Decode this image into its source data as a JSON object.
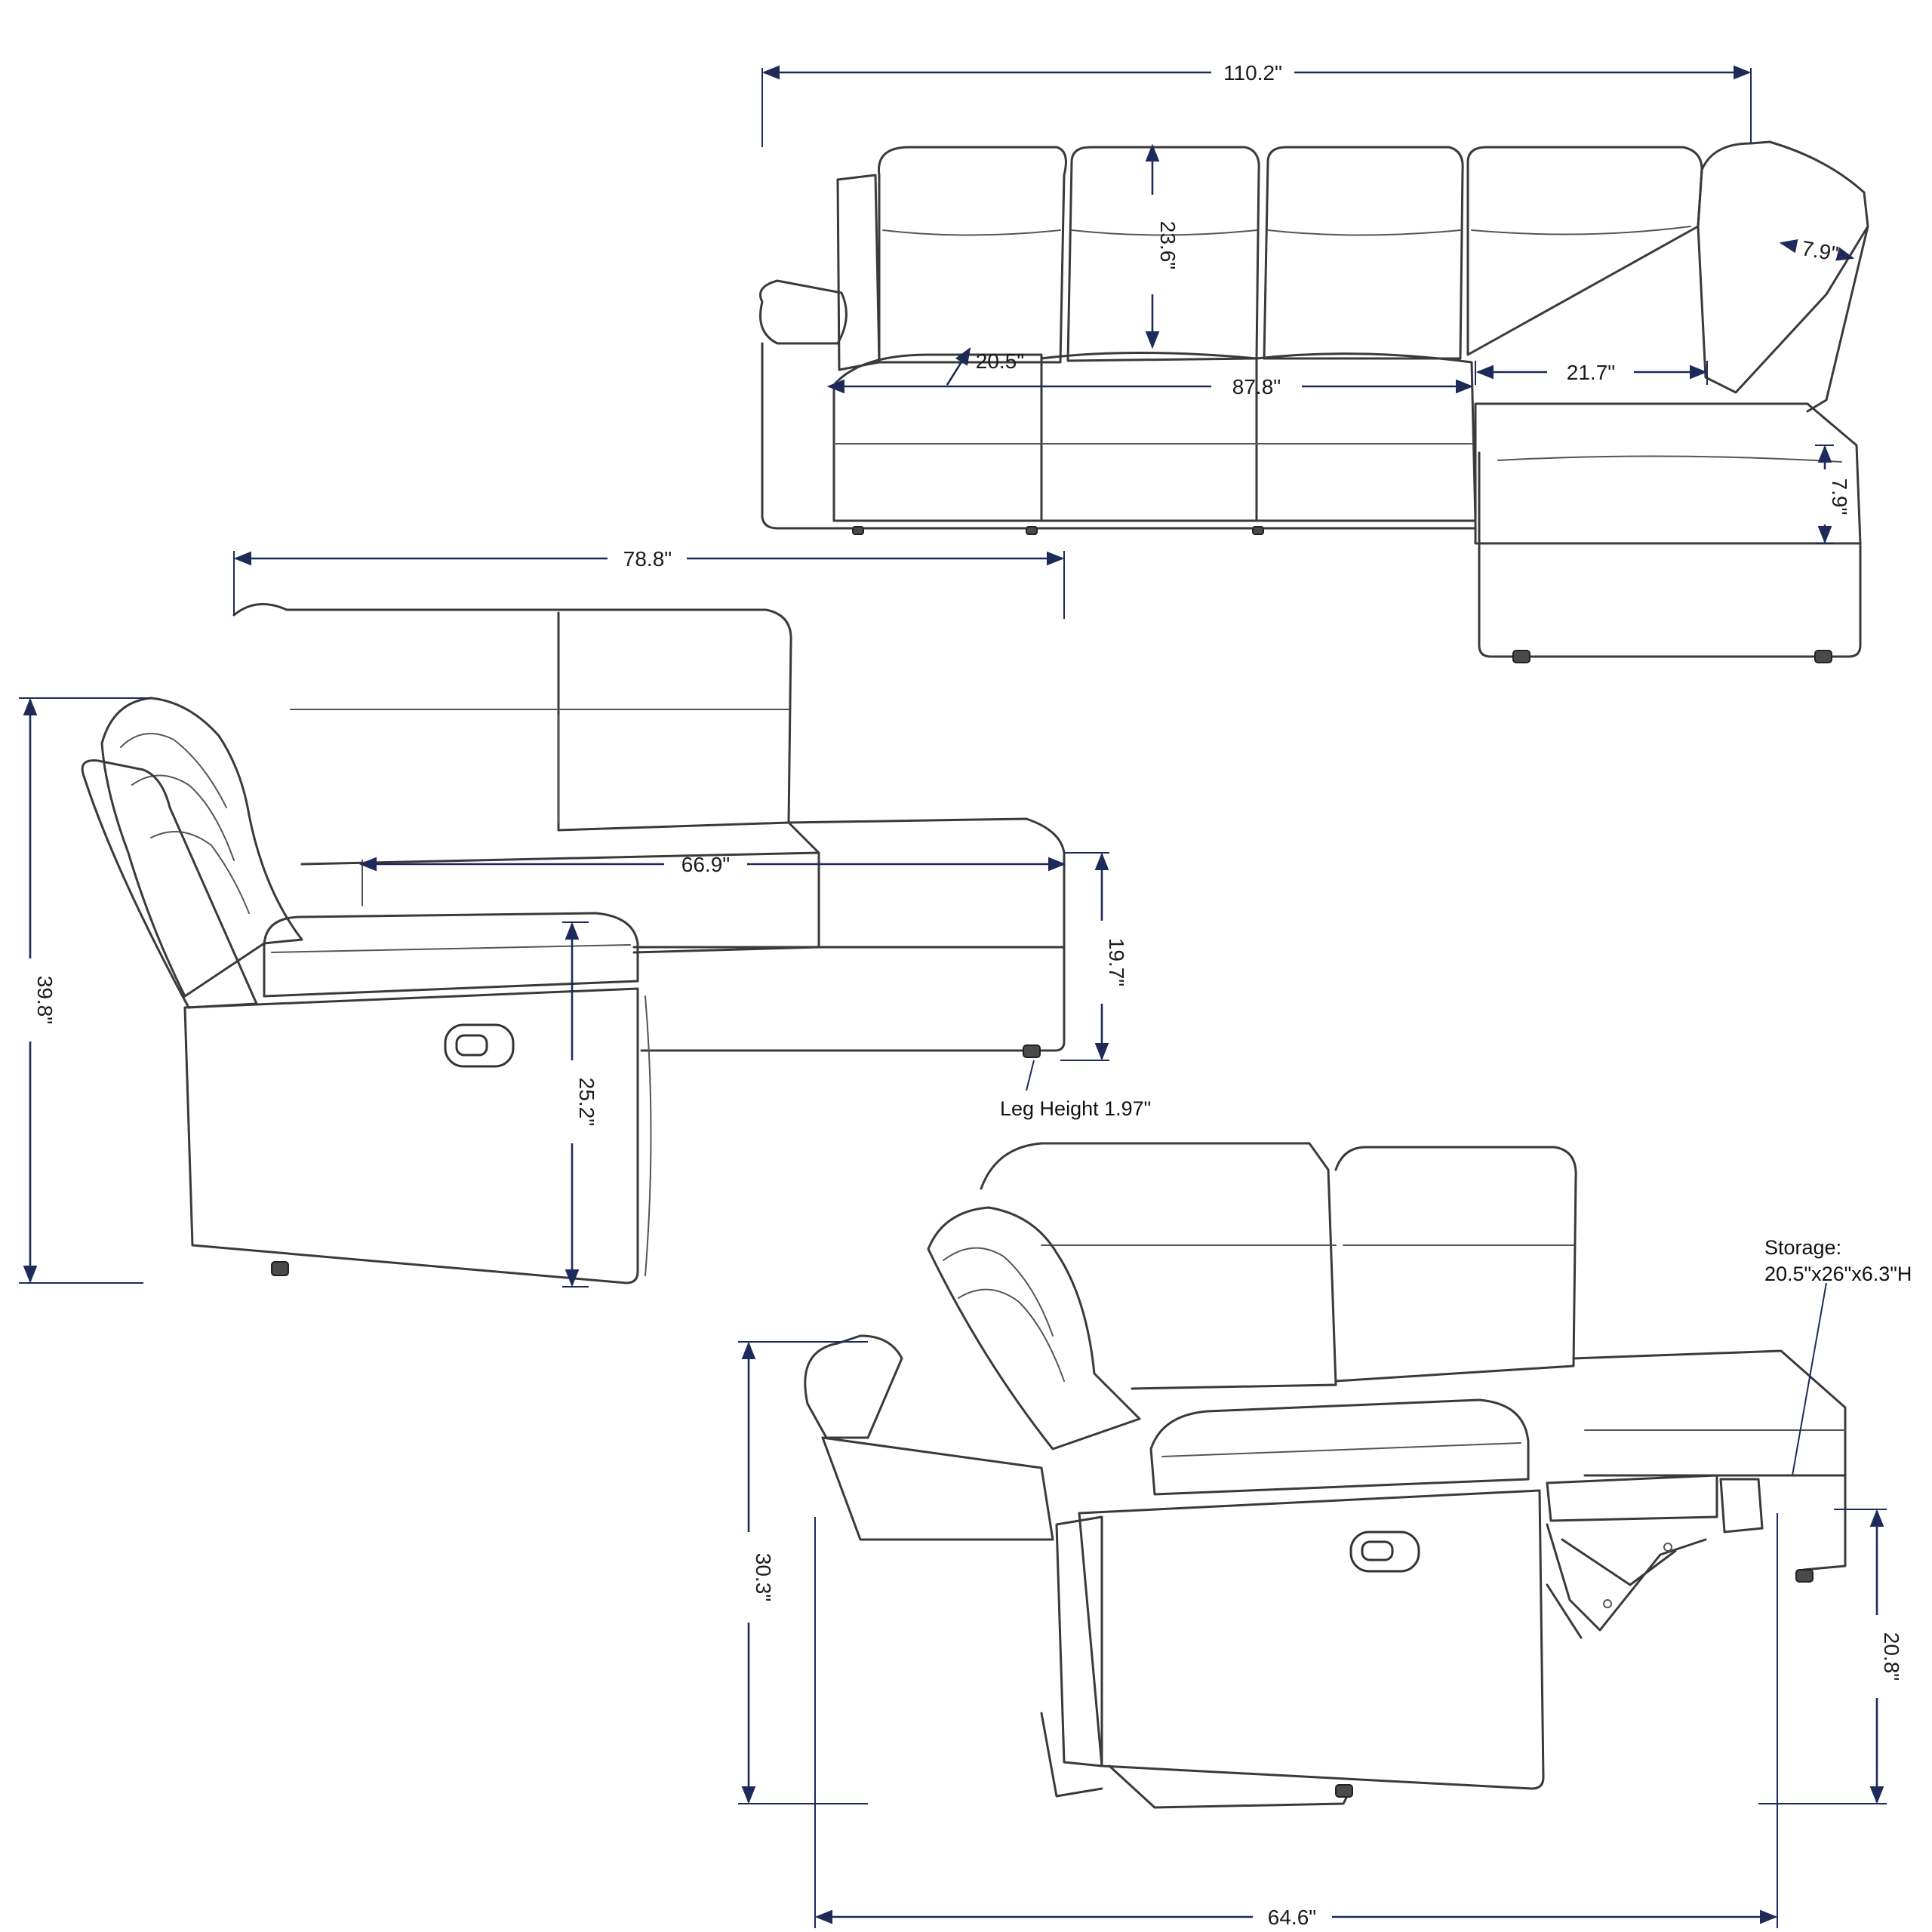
{
  "dimensions": {
    "top_total_width": "110.2\"",
    "top_back_height": "23.6\"",
    "top_corner_depth": "7.9\"",
    "top_seat_depth": "20.5\"",
    "top_seat_width": "87.8\"",
    "top_chaise_width": "21.7\"",
    "top_chaise_height": "7.9\"",
    "side_total_width": "78.8\"",
    "side_total_height": "39.8\"",
    "side_seat_width": "66.9\"",
    "side_chaise_height": "19.7\"",
    "side_arm_height": "25.2\"",
    "recline_height": "30.3\"",
    "recline_footrest_height": "20.8\"",
    "recline_total_length": "64.6\""
  },
  "notes": {
    "leg_height": "Leg Height 1.97\"",
    "storage_label": "Storage:",
    "storage_size": "20.5\"x26\"x6.3\"H"
  }
}
